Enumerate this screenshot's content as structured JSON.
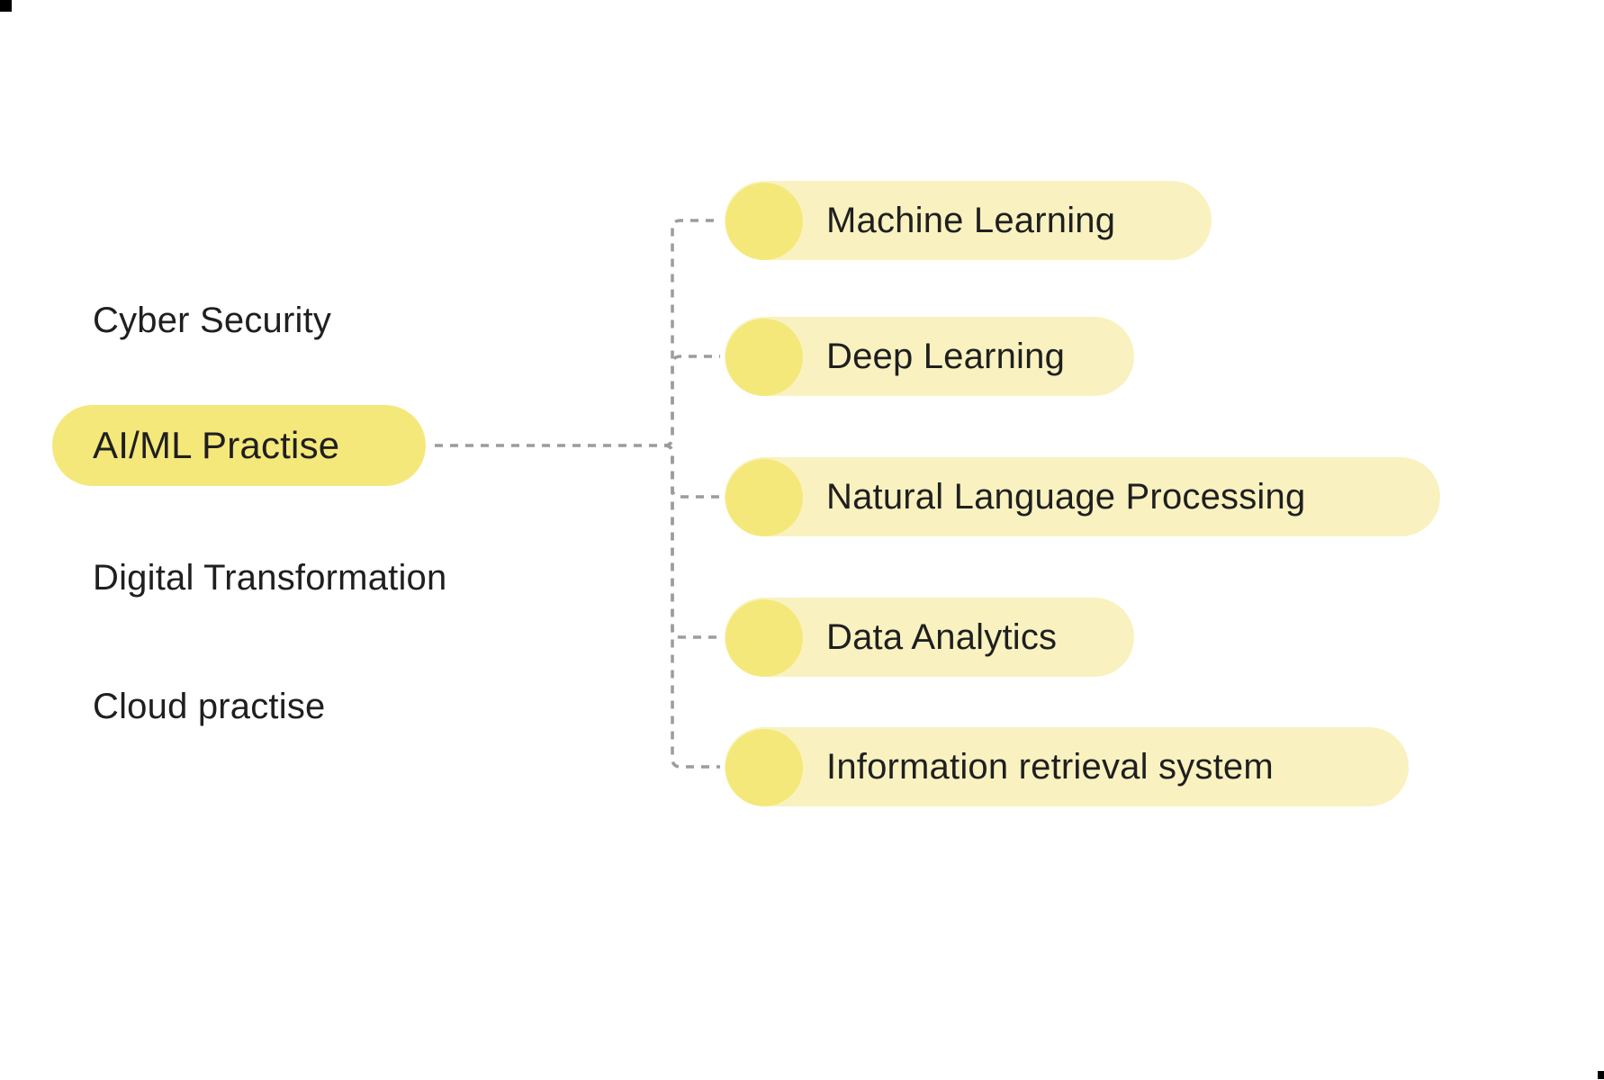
{
  "diagram": {
    "type": "mindmap",
    "selected_node": "AI/ML Practise"
  },
  "palette": {
    "background": "#ffffff",
    "node_fill_dark": "#f5e87b",
    "node_fill_light": "#f9f2c0",
    "text": "#1f1f1f",
    "connector": "#9c9c9c",
    "corner_mark": "#000000"
  },
  "left_items": [
    {
      "label": "Cyber Security",
      "style": "plain-text"
    },
    {
      "label": "AI/ML Practise",
      "style": "highlighted-pill"
    },
    {
      "label": "Digital Transformation",
      "style": "plain-text"
    },
    {
      "label": "Cloud practise",
      "style": "plain-text"
    }
  ],
  "children": [
    {
      "label": "Machine Learning"
    },
    {
      "label": "Deep Learning"
    },
    {
      "label": "Natural Language Processing"
    },
    {
      "label": "Data Analytics"
    },
    {
      "label": "Information retrieval system"
    }
  ]
}
